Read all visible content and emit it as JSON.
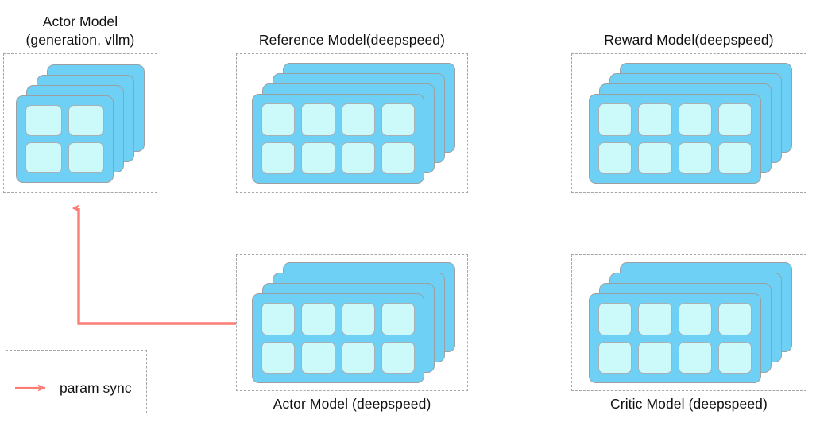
{
  "diagram": {
    "title": "",
    "colors": {
      "card_fill": "#6ED0F5",
      "card_border": "#9aa0a4",
      "cell_fill": "#CCF9FA",
      "cell_border": "#a8b0b4",
      "dashed_border": "#a6a6a6",
      "arrow": "#FA7E74",
      "text": "#101010",
      "background": "#ffffff"
    },
    "groups": [
      {
        "id": "actor-vllm",
        "label": "Actor Model\n(generation, vllm)",
        "label_position": "above",
        "cards": 4,
        "grid_cols": 2,
        "grid_rows": 2,
        "cells": 4
      },
      {
        "id": "reference",
        "label": "Reference Model(deepspeed)",
        "label_position": "above",
        "cards": 4,
        "grid_cols": 4,
        "grid_rows": 2,
        "cells": 8
      },
      {
        "id": "reward",
        "label": "Reward Model(deepspeed)",
        "label_position": "above",
        "cards": 4,
        "grid_cols": 4,
        "grid_rows": 2,
        "cells": 8
      },
      {
        "id": "actor-deepspeed",
        "label": "Actor Model (deepspeed)",
        "label_position": "below",
        "cards": 4,
        "grid_cols": 4,
        "grid_rows": 2,
        "cells": 8
      },
      {
        "id": "critic",
        "label": "Critic Model (deepspeed)",
        "label_position": "below",
        "cards": 4,
        "grid_cols": 4,
        "grid_rows": 2,
        "cells": 8
      }
    ],
    "legend": {
      "items": [
        {
          "label": "param sync",
          "marker": "right-arrow",
          "color": "#FA7E74"
        }
      ]
    },
    "connections": [
      {
        "id": "param-sync-arrow",
        "from": "actor-deepspeed",
        "to": "actor-vllm",
        "label": "param sync",
        "style": "elbow-arrow",
        "color": "#FA7E74"
      }
    ]
  }
}
